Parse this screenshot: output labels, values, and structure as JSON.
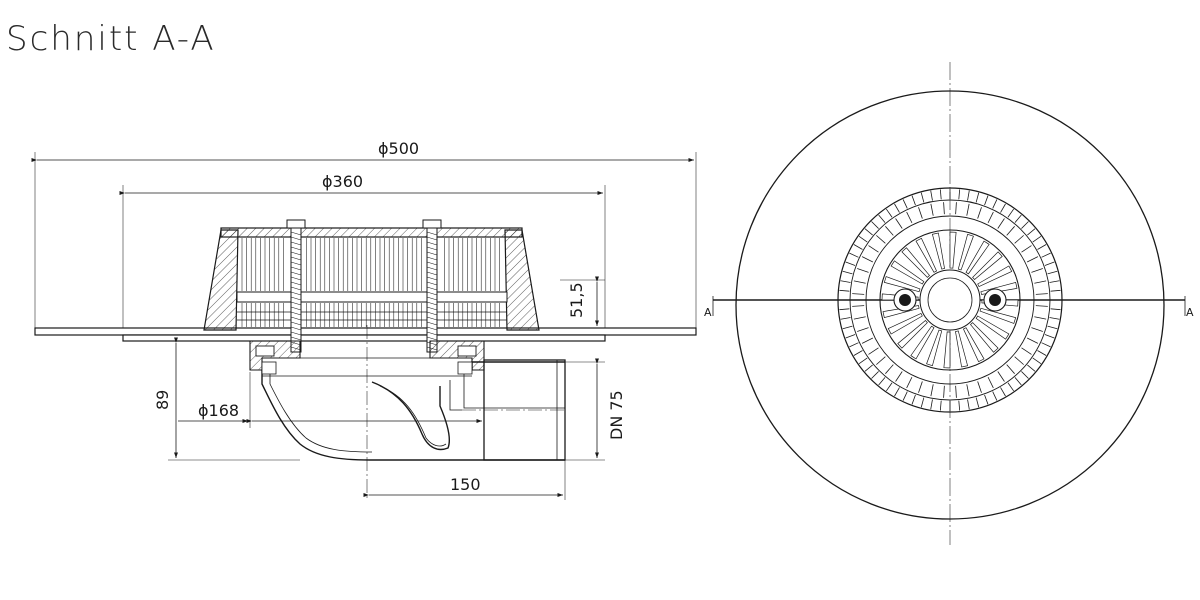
{
  "title": "Schnitt A-A",
  "dimensions": {
    "outer_diameter": "ϕ500",
    "cage_diameter": "ϕ360",
    "height_upper": "51,5",
    "height_total": "89",
    "body_diameter": "ϕ168",
    "pipe_size": "DN 75",
    "outlet_length": "150"
  },
  "section_marks": {
    "left": "A",
    "right": "A"
  }
}
